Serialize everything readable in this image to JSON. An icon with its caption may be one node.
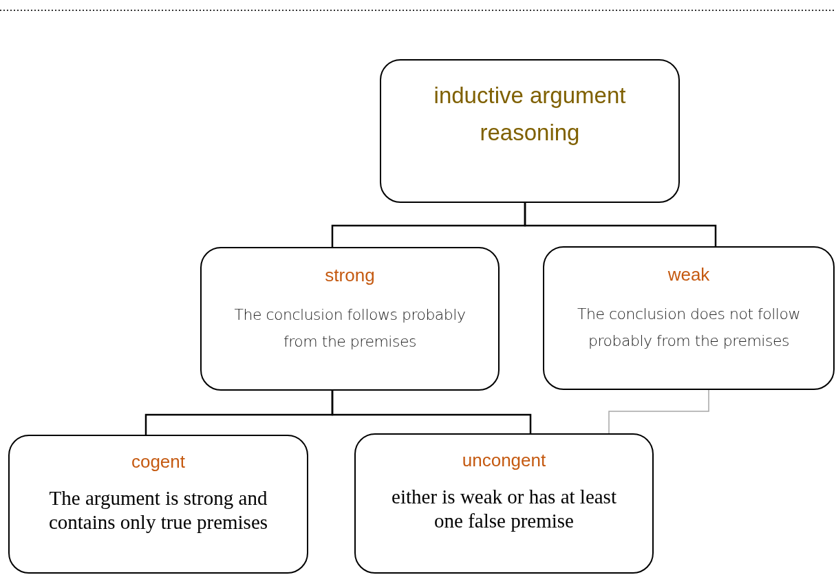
{
  "diagram": {
    "nodes": [
      {
        "text": [
          "inductive argument reasoning"
        ]
      },
      {
        "text": [
          "strong",
          "The conclusion follows probably from the premises"
        ]
      },
      {
        "text": [
          "weak",
          "The conclusion does not follow probably from the premises"
        ]
      },
      {
        "text": [
          "cogent",
          "The argument is strong and contains only true premises"
        ]
      },
      {
        "text": [
          "uncongent",
          "either is weak or has at least one false premise"
        ]
      }
    ],
    "edges": [
      {
        "from": 0,
        "to": 1,
        "arrow": "none"
      },
      {
        "from": 0,
        "to": 2,
        "arrow": "none"
      },
      {
        "from": 1,
        "to": 3,
        "arrow": "none"
      },
      {
        "from": 1,
        "to": 4,
        "arrow": "none"
      },
      {
        "from": 2,
        "to": 4,
        "arrow": "none",
        "color": "#a6a6a6"
      }
    ]
  }
}
